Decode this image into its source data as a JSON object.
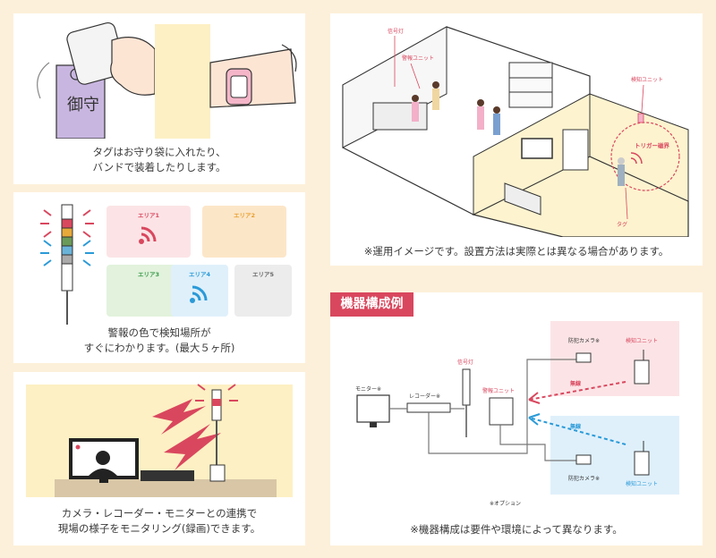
{
  "panel1": {
    "caption_line1": "タグはお守り袋に入れたり、",
    "caption_line2": "バンドで装着したりします。",
    "amulet_text": "御守"
  },
  "panel2": {
    "areas": [
      {
        "label": "エリア1",
        "bg": "#fce4e6",
        "color": "#d9475e"
      },
      {
        "label": "エリア2",
        "bg": "#fce6c8",
        "color": "#e8a030"
      },
      {
        "label": "エリア3",
        "bg": "#e2f2dc",
        "color": "#3a9a4a"
      },
      {
        "label": "エリア4",
        "bg": "#dff0fb",
        "color": "#2a9ad8"
      },
      {
        "label": "エリア5",
        "bg": "#ececec",
        "color": "#666666"
      }
    ],
    "caption_line1": "警報の色で検知場所が",
    "caption_line2": "すぐにわかります。(最大５ヶ所)"
  },
  "panel3": {
    "caption_line1": "カメラ・レコーダー・モニターとの連携で",
    "caption_line2": "現場の様子をモニタリング(録画)できます。"
  },
  "panel4": {
    "label_signal": "信号灯",
    "label_alarm": "警報ユニット",
    "label_detect": "検知ユニット",
    "label_trigger": "トリガー磁界",
    "label_tag": "タグ",
    "caption": "※運用イメージです。設置方法は実際とは異なる場合があります。"
  },
  "panel5": {
    "section_title": "機器構成例",
    "label_monitor": "モニター※",
    "label_recorder": "レコーダー※",
    "label_signal": "信号灯",
    "label_alarm": "警報ユニット",
    "label_camera_top": "防犯カメラ※",
    "label_detect_top": "検知ユニット",
    "label_camera_bottom": "防犯カメラ※",
    "label_detect_bottom": "検知ユニット",
    "label_wireless_top": "無線",
    "label_wireless_bottom": "無線",
    "note_option": "※オプション",
    "caption": "※機器構成は要件や環境によって異なります。"
  },
  "colors": {
    "background": "#fdf0da",
    "accent": "#d9475e",
    "blue": "#2a9ad8"
  }
}
